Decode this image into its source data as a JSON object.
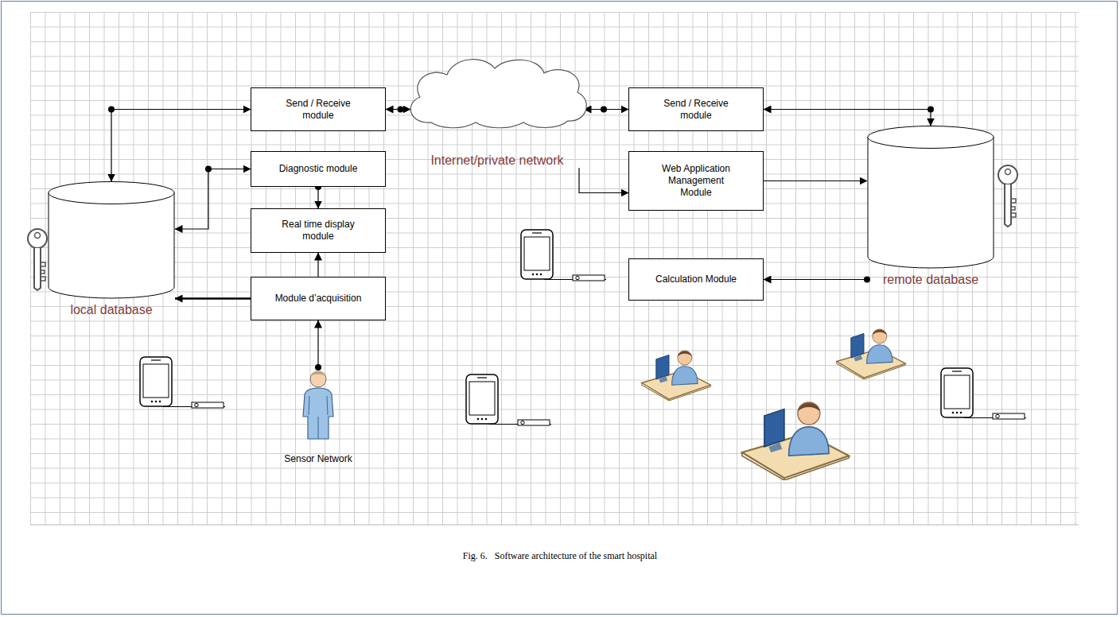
{
  "diagram": {
    "caption": "Fig. 6.   Software architecture of the smart hospital",
    "nodes": [
      {
        "text": [
          "local database"
        ]
      },
      {
        "text": [
          "Send / Receive module"
        ]
      },
      {
        "text": [
          "Diagnostic module"
        ]
      },
      {
        "text": [
          "Real time display module"
        ]
      },
      {
        "text": [
          "Module d’acquisition"
        ]
      },
      {
        "text": [
          "Sensor Network"
        ]
      },
      {
        "text": [
          "Internet/private network"
        ]
      },
      {
        "text": [
          "Send / Receive module"
        ]
      },
      {
        "text": [
          "Web Application Management Module"
        ]
      },
      {
        "text": [
          "Calculation Module"
        ]
      },
      {
        "text": [
          "remote database"
        ]
      }
    ],
    "edges": [
      {
        "from": 0,
        "to": 1,
        "arrow": "both"
      },
      {
        "from": 0,
        "to": 2,
        "arrow": "both"
      },
      {
        "from": 2,
        "to": 3,
        "arrow": "to"
      },
      {
        "from": 4,
        "to": 3,
        "arrow": "to"
      },
      {
        "from": 4,
        "to": 0,
        "arrow": "to"
      },
      {
        "from": 5,
        "to": 4,
        "arrow": "to"
      },
      {
        "from": 1,
        "to": 6,
        "arrow": "both"
      },
      {
        "from": 6,
        "to": 7,
        "arrow": "both"
      },
      {
        "from": 6,
        "to": 8,
        "arrow": "to"
      },
      {
        "from": 8,
        "to": 10,
        "arrow": "to"
      },
      {
        "from": 7,
        "to": 10,
        "arrow": "both"
      },
      {
        "from": 10,
        "to": 9,
        "arrow": "to"
      }
    ]
  }
}
